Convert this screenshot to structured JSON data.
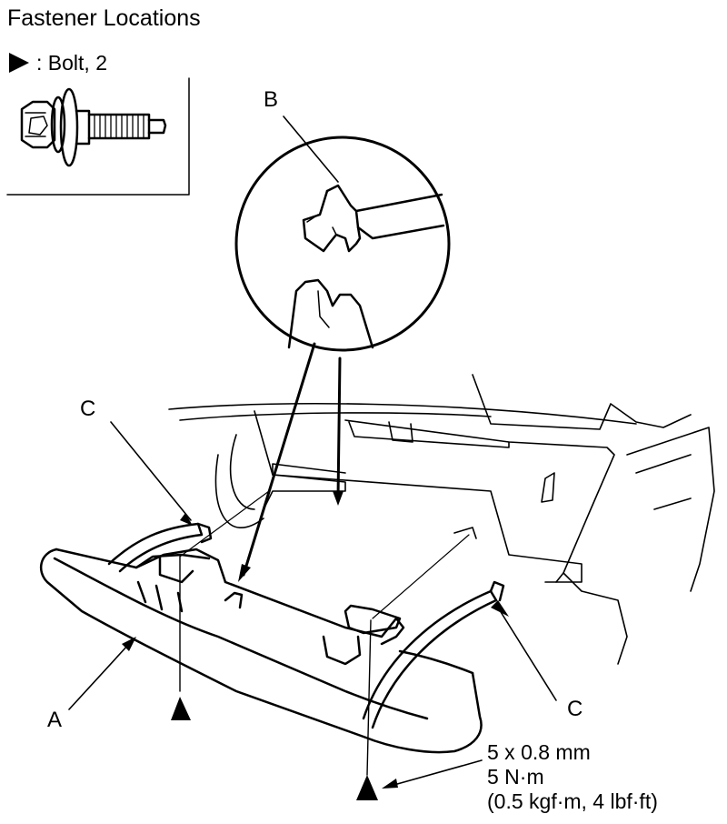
{
  "title": "Fastener Locations",
  "legend": {
    "marker_icon": "triangle-marker",
    "text": ": Bolt, 2"
  },
  "labels": {
    "a": "A",
    "b": "B",
    "c_left": "C",
    "c_right": "C"
  },
  "spec": {
    "size": "5 x 0.8 mm",
    "torque_nm": "5 N·m",
    "torque_alt": "(0.5 kgf·m, 4 lbf·ft)"
  }
}
